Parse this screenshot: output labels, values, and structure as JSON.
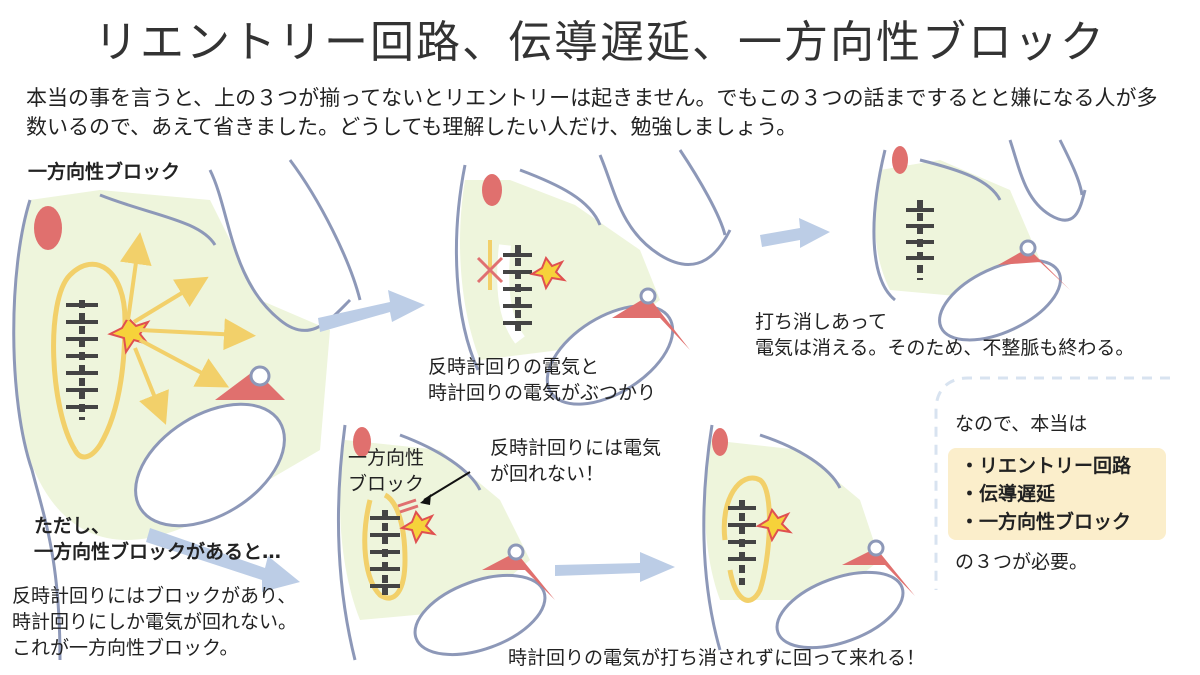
{
  "title": "リエントリー回路、伝導遅延、一方向性ブロック",
  "intro": "本当の事を言うと、上の３つが揃ってないとリエントリーは起きません。でもこの３つの話までするとと嫌になる人が多数いるので、あえて省きました。どうしても理解したい人だけ、勉強しましょう。",
  "labels": {
    "one_way_block_heading": "一方向性ブロック",
    "collision_line1": "反時計回りの電気と",
    "collision_line2": "時計回りの電気がぶつかり",
    "cancel_line1": "打ち消しあって",
    "cancel_line2": "電気は消える。そのため、不整脈も終わる。",
    "block_tag_line1": "一方向性",
    "block_tag_line2": "ブロック",
    "no_ccw_line1": "反時計回りには電気",
    "no_ccw_line2": "が回れない！",
    "however_line1": "ただし、",
    "however_line2": "一方向性ブロックがあると…",
    "explain_line1": "反時計回りにはブロックがあり、",
    "explain_line2": "時計回りにしか電気が回れない。",
    "explain_line3": "これが一方向性ブロック。",
    "returns": "時計回りの電気が打ち消されずに回って来れる！"
  },
  "requirements": {
    "lead": "なので、本当は",
    "items": [
      "・リエントリー回路",
      "・伝導遅延",
      "・一方向性ブロック"
    ],
    "tail": "の３つが必要。"
  },
  "colors": {
    "tissue": "#eef5dc",
    "outline": "#8d98b8",
    "arrow_yellow": "#f2d06a",
    "arrow_blue": "#bccde6",
    "node_red": "#e0706e",
    "highlight_box": "#fbeecb"
  }
}
